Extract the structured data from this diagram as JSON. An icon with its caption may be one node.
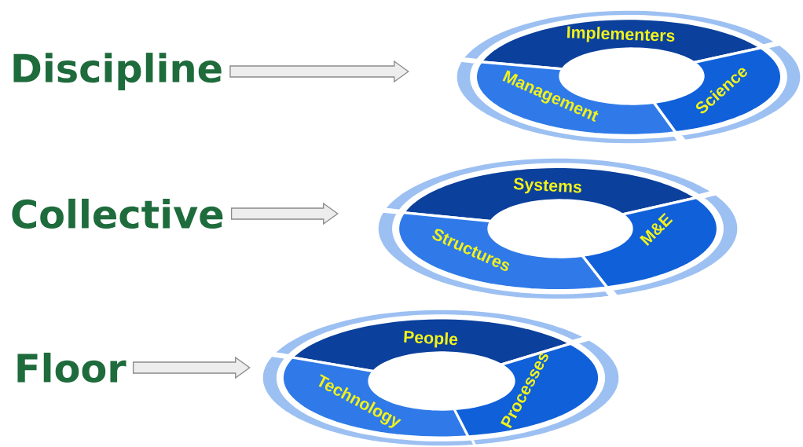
{
  "diagram": {
    "nodes": [
      {
        "text": [
          "Discipline"
        ]
      },
      {
        "text": [],
        "shape": "circle"
      },
      {
        "text": [
          "Implementers"
        ],
        "in": 1
      },
      {
        "text": [
          "Management"
        ],
        "in": 1
      },
      {
        "text": [
          "Science"
        ],
        "in": 1
      },
      {
        "text": [
          "Collective"
        ]
      },
      {
        "text": [],
        "shape": "circle"
      },
      {
        "text": [
          "Systems"
        ],
        "in": 6
      },
      {
        "text": [
          "Structures"
        ],
        "in": 6
      },
      {
        "text": [
          "M&E"
        ],
        "in": 6
      },
      {
        "text": [
          "Floor"
        ]
      },
      {
        "text": [],
        "shape": "circle"
      },
      {
        "text": [
          "People"
        ],
        "in": 11
      },
      {
        "text": [
          "Technology"
        ],
        "in": 11
      },
      {
        "text": [
          "Processes"
        ],
        "in": 11
      }
    ],
    "edges": [
      {
        "from": 0,
        "to": 1,
        "arrow": "to"
      },
      {
        "from": 5,
        "to": 6,
        "arrow": "to"
      },
      {
        "from": 10,
        "to": 11,
        "arrow": "to"
      }
    ]
  }
}
